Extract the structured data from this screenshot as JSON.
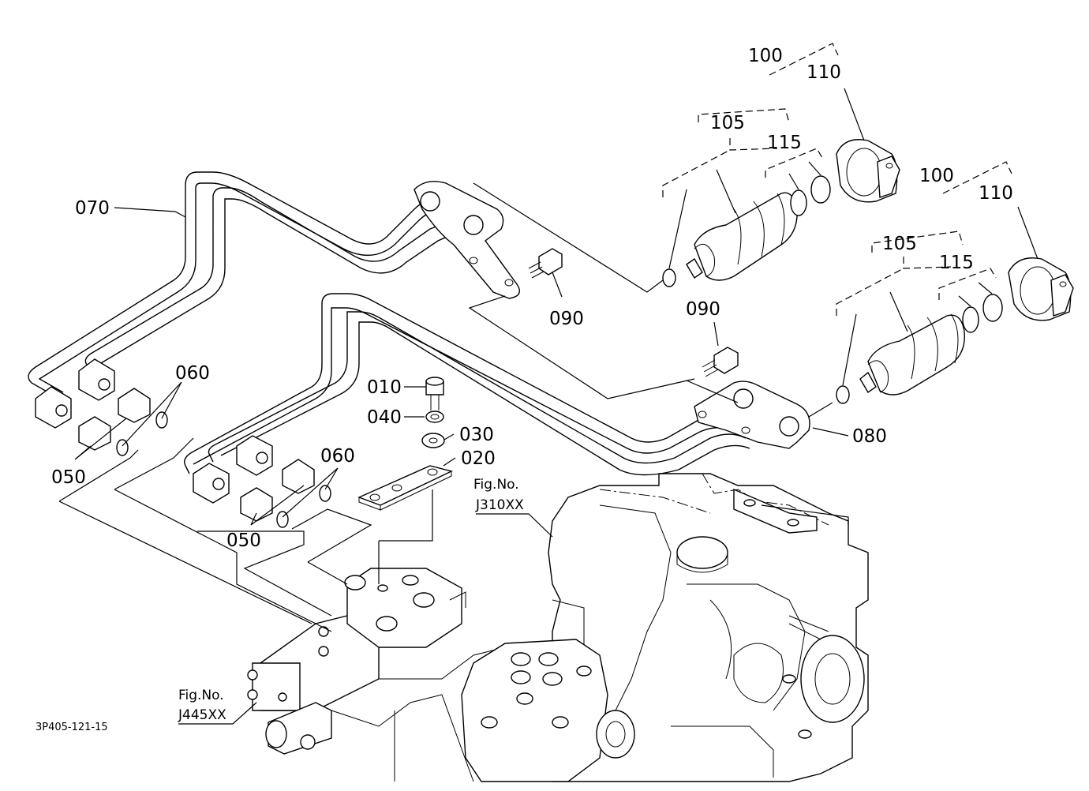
{
  "diagram": {
    "callouts": [
      {
        "id": "070",
        "label": "070"
      },
      {
        "id": "060-left",
        "label": "060"
      },
      {
        "id": "050-left",
        "label": "050"
      },
      {
        "id": "010",
        "label": "010"
      },
      {
        "id": "040",
        "label": "040"
      },
      {
        "id": "030",
        "label": "030"
      },
      {
        "id": "020",
        "label": "020"
      },
      {
        "id": "060-mid",
        "label": "060"
      },
      {
        "id": "050-mid",
        "label": "050"
      },
      {
        "id": "090-upper",
        "label": "090"
      },
      {
        "id": "090-lower",
        "label": "090"
      },
      {
        "id": "080",
        "label": "080"
      },
      {
        "id": "100-upper",
        "label": "100"
      },
      {
        "id": "105-upper",
        "label": "105"
      },
      {
        "id": "110-upper",
        "label": "110"
      },
      {
        "id": "115-upper",
        "label": "115"
      },
      {
        "id": "100-lower",
        "label": "100"
      },
      {
        "id": "105-lower",
        "label": "105"
      },
      {
        "id": "110-lower",
        "label": "110"
      },
      {
        "id": "115-lower",
        "label": "115"
      }
    ],
    "fig_refs": [
      {
        "prefix": "Fig.No.",
        "number": "J310XX"
      },
      {
        "prefix": "Fig.No.",
        "number": "J445XX"
      }
    ],
    "drawing_code": "3P405-121-15"
  }
}
